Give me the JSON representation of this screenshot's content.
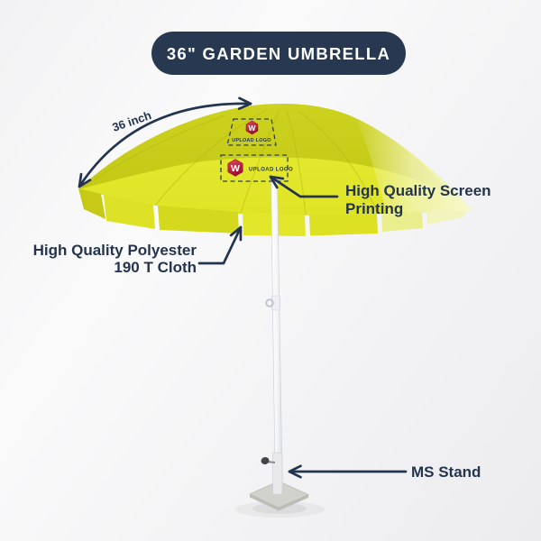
{
  "page": {
    "title_badge": {
      "label": "36\" GARDEN UMBRELLA"
    }
  },
  "colors": {
    "navy": "#24344E",
    "badge_bg": "#273850",
    "canopy_yellow": "#E2E72B",
    "canopy_top": "#C8CD1B",
    "canopy_pale": "#F4F6C2",
    "valance_yellow": "#DDE226",
    "logo_red": "#C21B44",
    "pole_white": "#FFFFFF",
    "stand_gray": "#D2D2CD"
  },
  "annotations": {
    "size_label": "36 inch",
    "screen_printing_line1": "High Quality Screen",
    "screen_printing_line2": "Printing",
    "polyester_line1": "High Quality Polyester",
    "polyester_line2": "190 T Cloth",
    "stand_label": "MS Stand"
  },
  "logo_placeholders": {
    "top": {
      "label": "UPLOAD LOGO",
      "letter": "W"
    },
    "front": {
      "label": "UPLOAD LOGO",
      "letter": "W"
    }
  }
}
